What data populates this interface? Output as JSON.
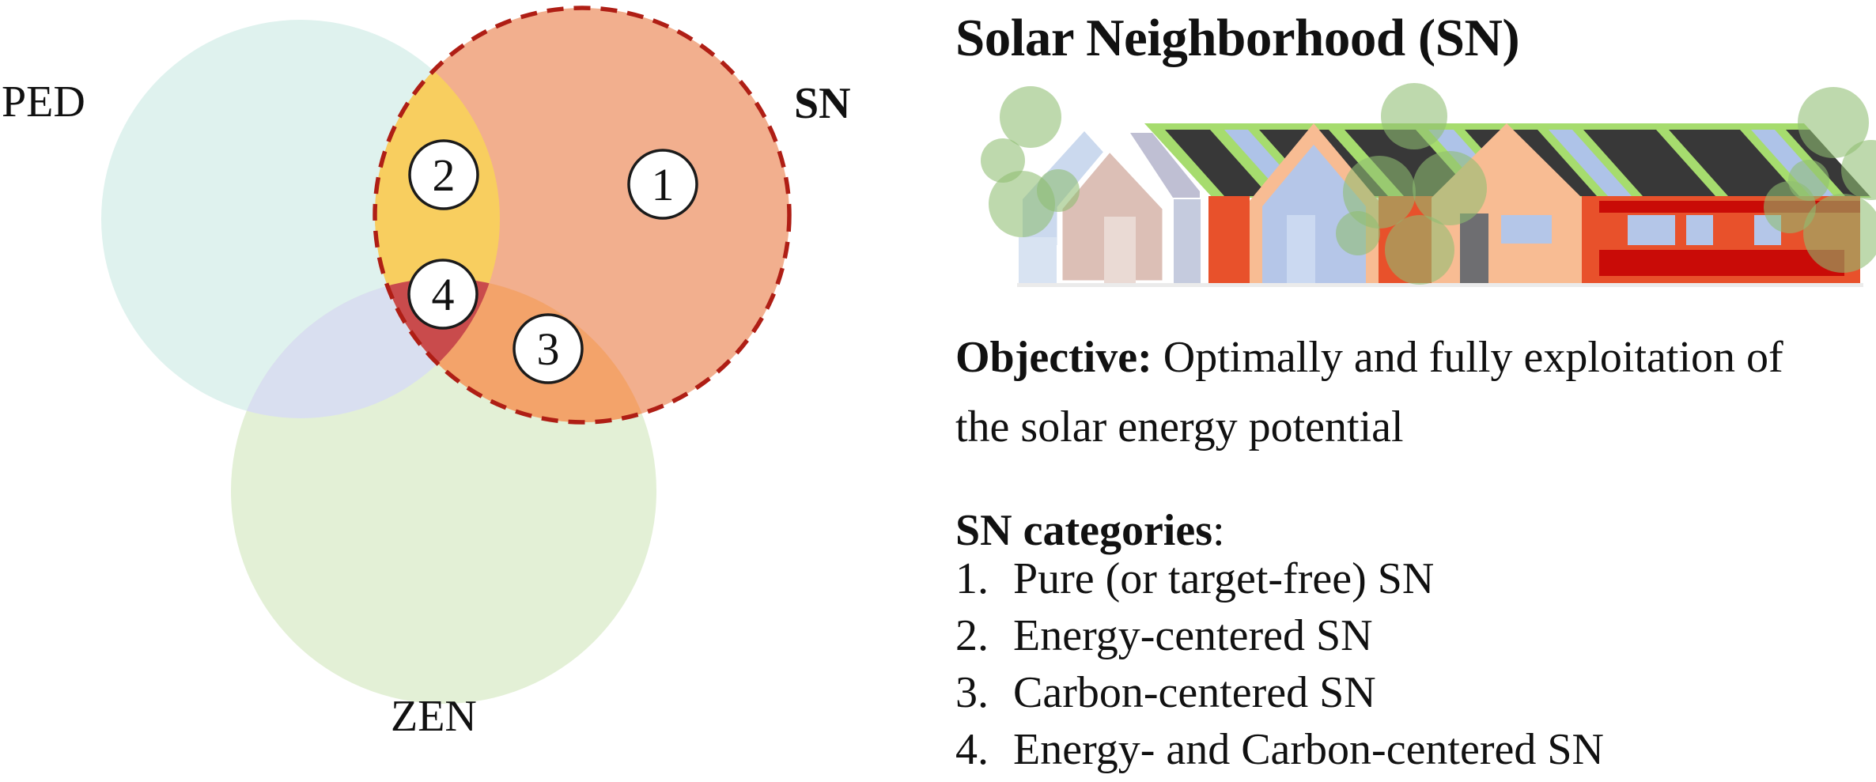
{
  "venn": {
    "label_ped": "PED",
    "label_sn": "SN",
    "label_zen": "ZEN",
    "badges": {
      "region1": "1",
      "region2": "2",
      "region3": "3",
      "region4": "4"
    },
    "colors": {
      "ped_fill": "#DFF2EE",
      "zen_fill": "#E3F0D6",
      "ped_zen_overlap": "#D9DFF0",
      "sn_fill": "#F2AF8E",
      "sn_ped_overlap": "#F8CE5F",
      "sn_zen_overlap": "#F3A36A",
      "sn_ped_zen_overlap": "#C94B4C",
      "sn_dashed_border": "#AF1E15"
    }
  },
  "panel": {
    "title": "Solar Neighborhood (SN)",
    "objective_label": "Objective:",
    "objective_line1": " Optimally and fully exploitation of",
    "objective_line2": "the solar energy potential",
    "categories_label": "SN categories",
    "categories_colon": ":",
    "categories": [
      {
        "num": "1.",
        "label": "Pure (or target-free) SN"
      },
      {
        "num": "2.",
        "label": "Energy-centered SN"
      },
      {
        "num": "3.",
        "label": "Carbon-centered SN"
      },
      {
        "num": "4.",
        "label": "Energy- and Carbon-centered SN"
      }
    ],
    "illustration": {
      "icons": [
        "tree-icon",
        "gabled-house-icon",
        "solar-panel-roof-icon"
      ],
      "colors": {
        "tree_green": "#8FBE72",
        "roof_green": "#A6DC6E",
        "solar_panel_dark": "#383838",
        "skylight_blue": "#AEC3E8",
        "wall_orange": "#E8512B",
        "band_dark_red": "#C90B07",
        "gable_peach": "#F8BC93",
        "house_front_blue": "#B5C6E8",
        "door_gray": "#6E6E71",
        "faded_pink_house": "#DCBFB6"
      }
    }
  }
}
